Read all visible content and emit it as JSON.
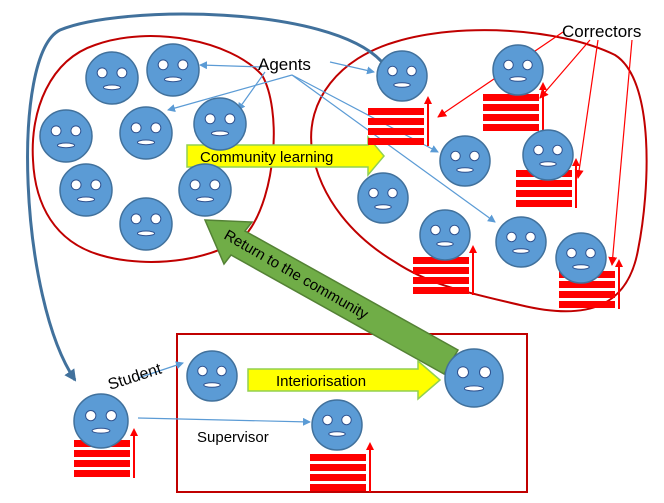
{
  "labels": {
    "agents": "Agents",
    "correctors": "Correctors",
    "community_learning": "Community learning",
    "return_to_community": "Return to the community",
    "interiorisation": "Interiorisation",
    "student": "Student",
    "supervisor": "Supervisor"
  },
  "colors": {
    "face_fill": "#5b9bd5",
    "face_stroke": "#41719c",
    "region_stroke": "#c00000",
    "connector": "#5b9bd5",
    "loop_arrow": "#41719c",
    "corrector_arrow": "#ff0000",
    "stack_red": "#ff0000",
    "yellow_arrow_fill": "#ffff00",
    "yellow_arrow_stroke": "#92d050",
    "green_arrow_fill": "#70ad47",
    "green_arrow_stroke": "#548235"
  }
}
